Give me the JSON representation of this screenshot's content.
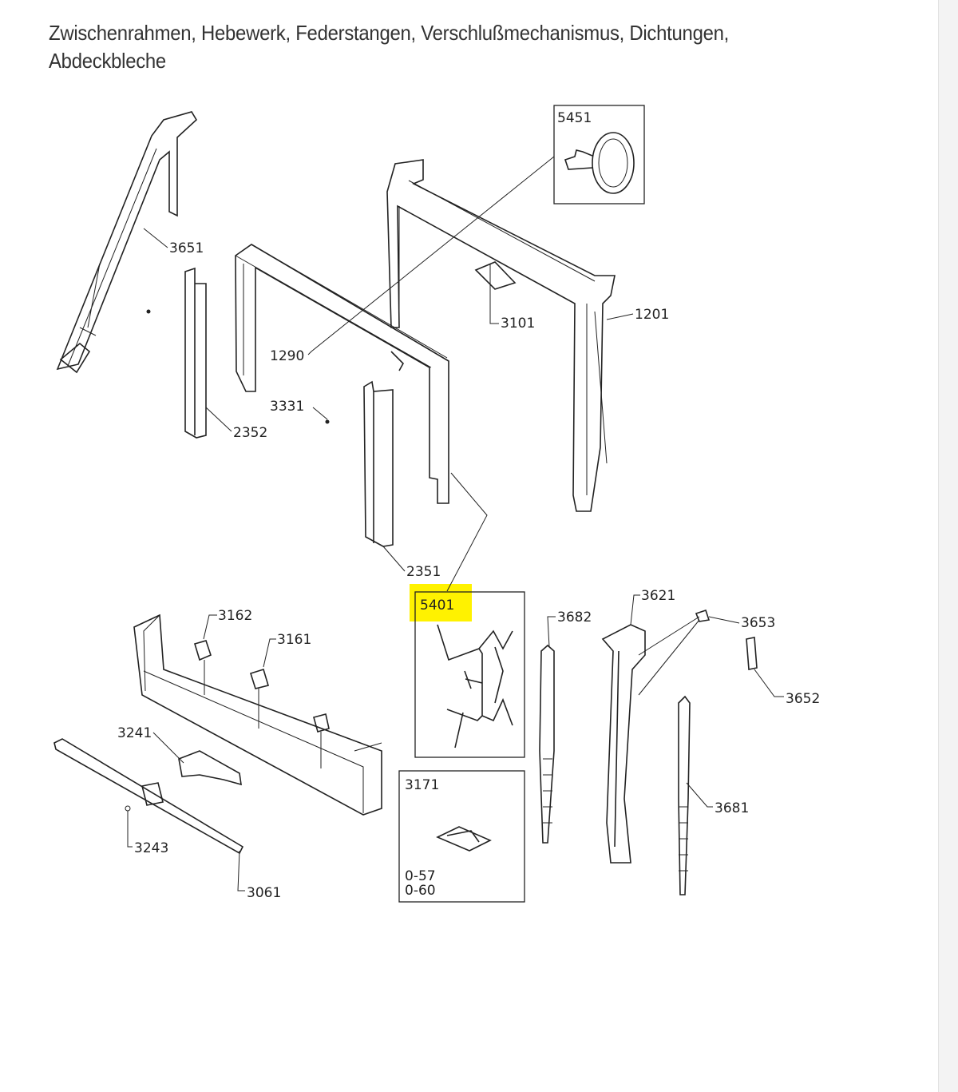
{
  "title": "Zwischenrahmen,  Hebewerk,  Federstangen,  Verschlußmechanismus,  Dichtungen, Abdeckbleche",
  "highlight_color": "#fff200",
  "parts": {
    "p5451": "5451",
    "p3651": "3651",
    "p3101": "3101",
    "p1201": "1201",
    "p1290": "1290",
    "p3331": "3331",
    "p2352": "2352",
    "p2351": "2351",
    "p5401": "5401",
    "p3162": "3162",
    "p3161": "3161",
    "p3682": "3682",
    "p3621": "3621",
    "p3653": "3653",
    "p3652": "3652",
    "p3241": "3241",
    "p3171": "3171",
    "p3681": "3681",
    "p3243": "3243",
    "p3061": "3061"
  },
  "box3171_notes": [
    "0-57",
    "0-60"
  ]
}
